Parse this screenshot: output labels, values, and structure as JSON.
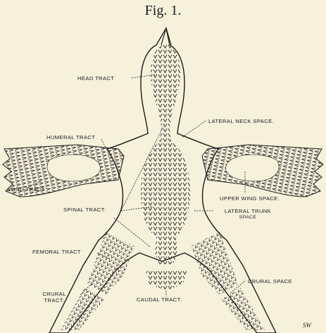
{
  "figure": {
    "title": "Fig. 1.",
    "signature": "SW"
  },
  "labels": {
    "head_tract": "HEAD TRACT",
    "lateral_neck_space": "LATERAL NECK SPACE.",
    "humeral_tract": "HUMERAL TRACT",
    "wing_tract": "WING TRACT",
    "upper_wing_space": "UPPER WING SPACE.",
    "spinal_tract": "SPINAL TRACT.",
    "lateral_trunk_space_1": "LATERAL TRUNK",
    "lateral_trunk_space_2": "SPACE",
    "femoral_tract": "FEMORAL TRACT",
    "crural_tract_1": "CRURAL",
    "crural_tract_2": "TRACT.",
    "caudal_tract": "CAUDAL TRACT.",
    "crural_space": "CRURAL SPACE"
  }
}
